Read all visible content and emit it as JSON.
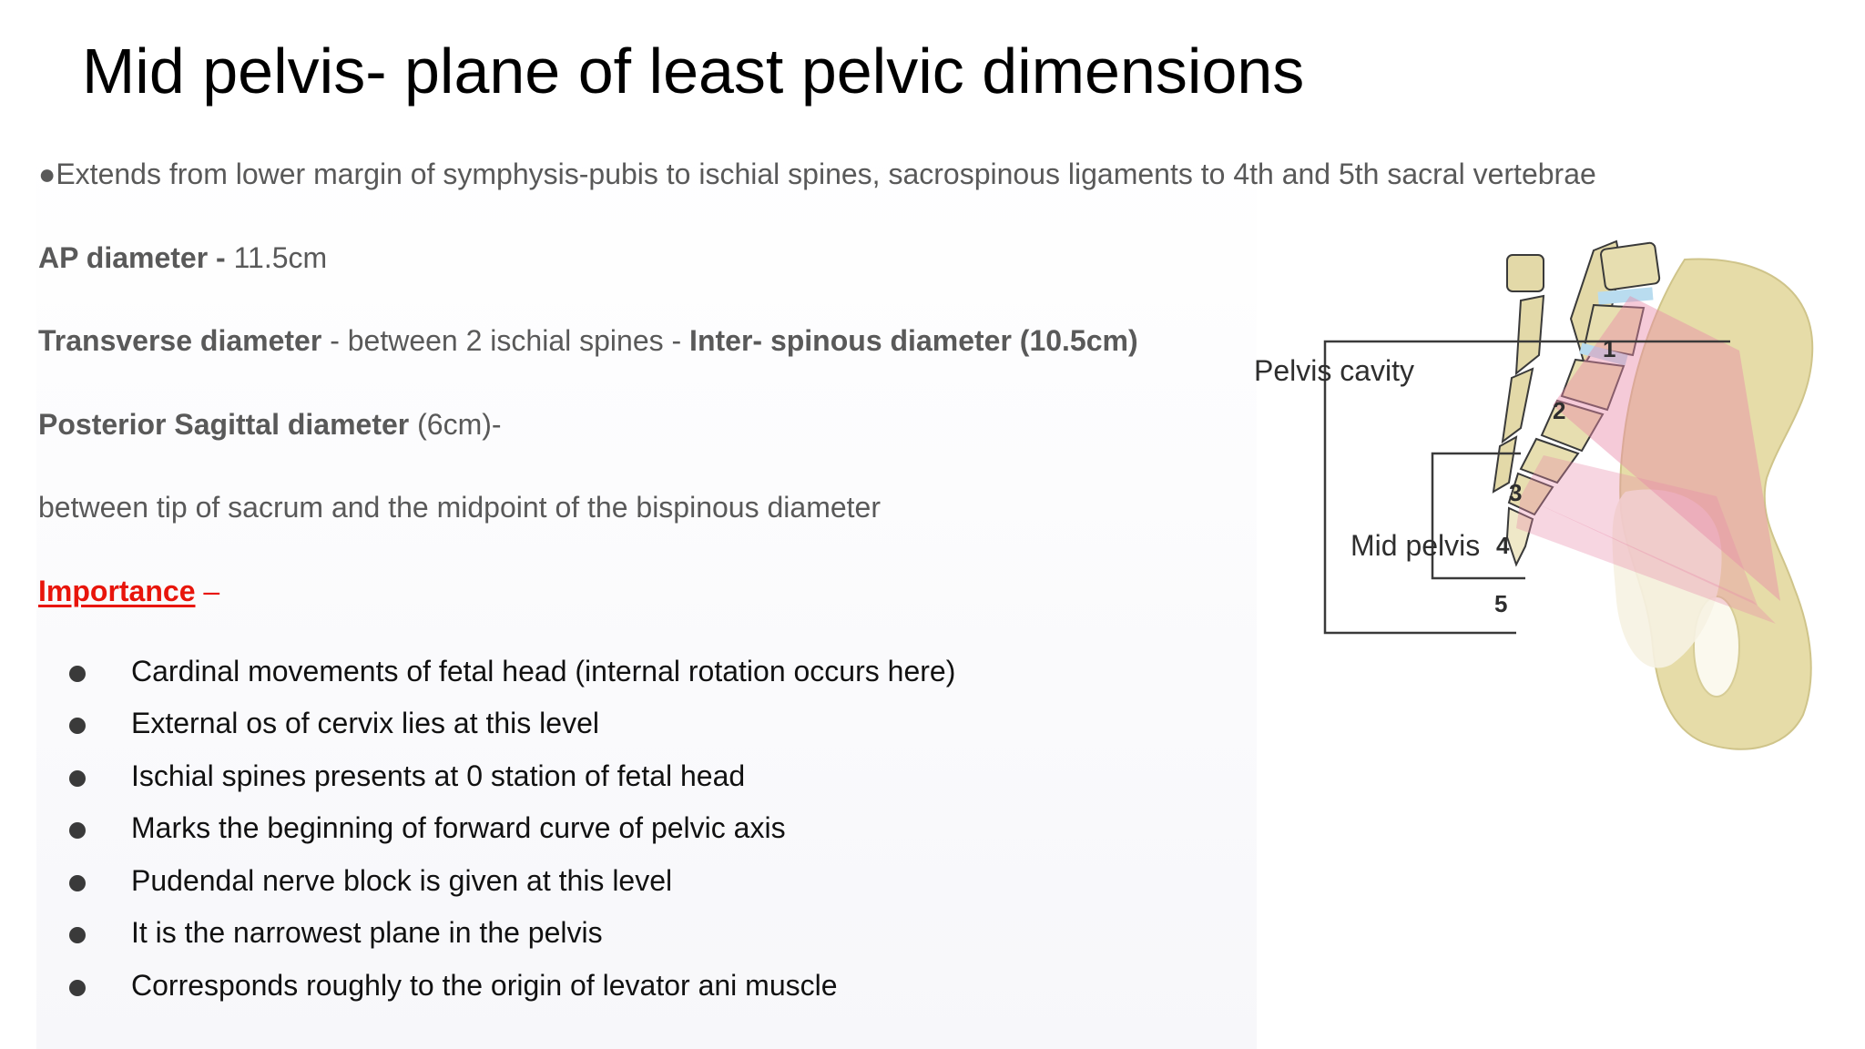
{
  "slide": {
    "title": "Mid pelvis- plane of least pelvic dimensions",
    "extends_text": "●Extends from lower margin of symphysis-pubis to ischial spines, sacrospinous ligaments to 4th and 5th sacral vertebrae",
    "ap": {
      "label": "AP diameter",
      "sep": " - ",
      "value": "11.5cm"
    },
    "transverse": {
      "label": "Transverse diameter",
      "mid": " - between 2 ischial spines - ",
      "bold_tail": "Inter- spinous diameter (10.5cm)"
    },
    "posterior": {
      "label": "Posterior Sagittal diameter",
      "value": " (6cm)-"
    },
    "between_text": "between tip of sacrum and the midpoint of the bispinous diameter",
    "importance": {
      "label": "Importance",
      "dash": " –"
    },
    "bullets": [
      "Cardinal movements of fetal head (internal rotation occurs here)",
      "External os of cervix lies at this level",
      "Ischial spines presents at 0 station of fetal head",
      "Marks the beginning of forward curve of pelvic axis",
      "Pudendal nerve block is given at this level",
      "It is the narrowest plane in the pelvis",
      "Corresponds roughly to the origin of levator ani muscle"
    ],
    "figure": {
      "label_pelvis_cavity": "Pelvis cavity",
      "label_mid_pelvis": "Mid pelvis",
      "vertebra_numbers": [
        "1",
        "2",
        "3",
        "4",
        "5"
      ]
    },
    "colors": {
      "title": "#000000",
      "body_text": "#595959",
      "importance_red": "#e8150b",
      "bullet_text": "#111111",
      "bone": "#e6dca8",
      "disc": "#b9dcef",
      "plane_pink": "#e98aa8"
    }
  }
}
